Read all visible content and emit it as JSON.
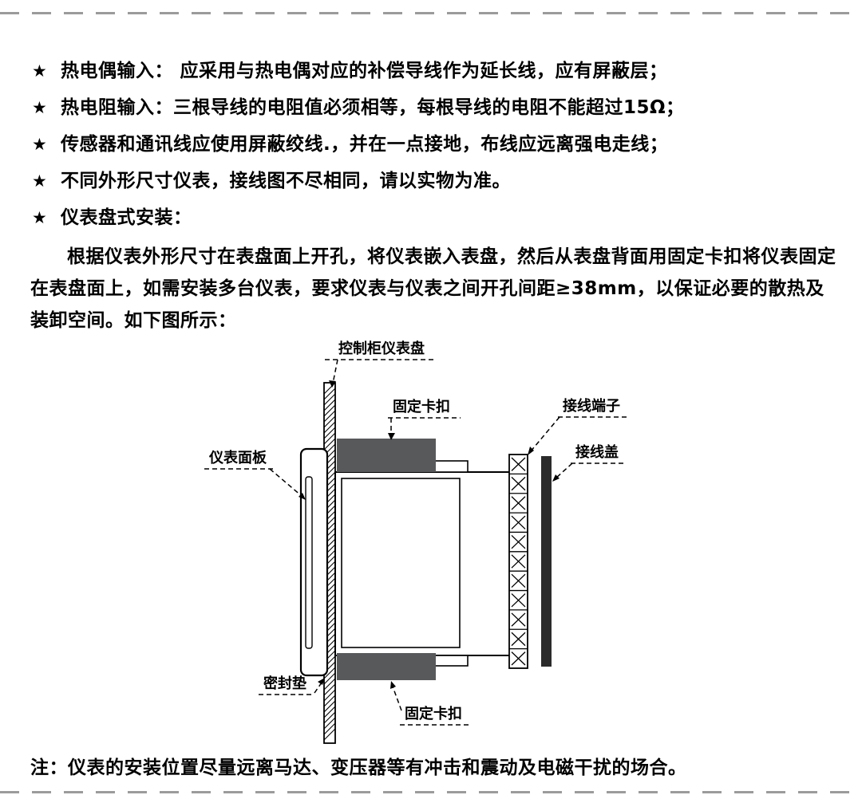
{
  "page": {
    "star": "★",
    "bullets": [
      "热电偶输入： 应采用与热电偶对应的补偿导线作为延长线，应有屏蔽层；",
      "热电阻输入：三根导线的电阻值必须相等，每根导线的电阻不能超过15Ω；",
      "传感器和通讯线应使用屏蔽绞线.，并在一点接地，布线应远离强电走线；",
      "不同外形尺寸仪表，接线图不尽相同，请以实物为准。",
      "仪表盘式安装："
    ],
    "paragraph": "根据仪表外形尺寸在表盘面上开孔，将仪表嵌入表盘，然后从表盘背面用固定卡扣将仪表固定在表盘面上，如需安装多台仪表，要求仪表与仪表之间开孔间距≥38mm，以保证必要的散热及装卸空间。如下图所示：",
    "note": "注：仪表的安装位置尽量远离马达、变压器等有冲击和震动及电磁干扰的场合。"
  },
  "diagram": {
    "labels": {
      "panel": "控制柜仪表盘",
      "clip_top": "固定卡扣",
      "terminal": "接线端子",
      "cover": "接线盖",
      "faceplate": "仪表面板",
      "gasket": "密封垫",
      "clip_bottom": "固定卡扣"
    },
    "terminal_cells": 11,
    "colors": {
      "clip_fill": "#58595b",
      "cover_fill": "#2b2b2b",
      "line": "#000000",
      "page_border": "#9b9b9b"
    }
  }
}
